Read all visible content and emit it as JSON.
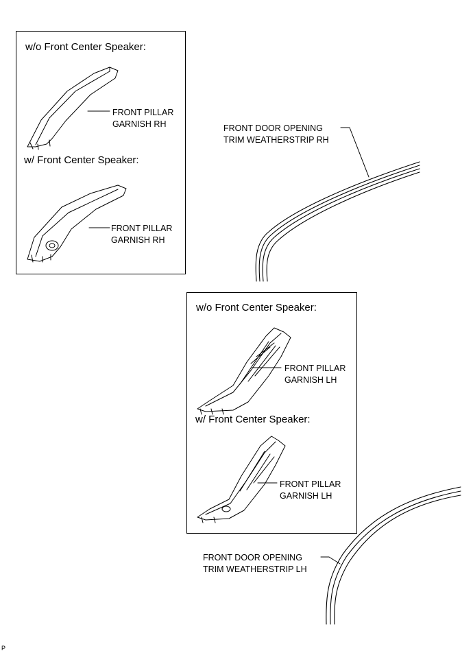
{
  "panels": {
    "rh": {
      "without_speaker_heading": "w/o Front Center Speaker:",
      "with_speaker_heading": "w/ Front Center Speaker:",
      "part_a": {
        "line1": "FRONT PILLAR",
        "line2": "GARNISH RH"
      },
      "part_b": {
        "line1": "FRONT PILLAR",
        "line2": "GARNISH RH"
      }
    },
    "lh": {
      "without_speaker_heading": "w/o Front Center Speaker:",
      "with_speaker_heading": "w/ Front Center Speaker:",
      "part_a": {
        "line1": "FRONT PILLAR",
        "line2": "GARNISH LH"
      },
      "part_b": {
        "line1": "FRONT PILLAR",
        "line2": "GARNISH LH"
      }
    }
  },
  "weatherstrip_rh": {
    "line1": "FRONT DOOR OPENING",
    "line2": "TRIM WEATHERSTRIP RH"
  },
  "weatherstrip_lh": {
    "line1": "FRONT DOOR OPENING",
    "line2": "TRIM WEATHERSTRIP LH"
  },
  "corner_code": "P"
}
